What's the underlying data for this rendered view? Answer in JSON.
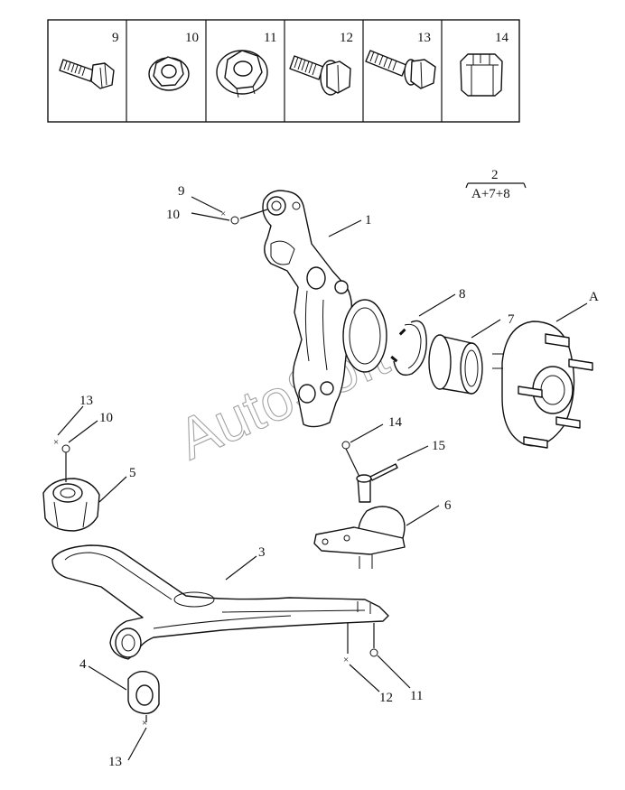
{
  "parts_box": {
    "cells": [
      {
        "number": "9"
      },
      {
        "number": "10"
      },
      {
        "number": "11"
      },
      {
        "number": "12"
      },
      {
        "number": "13"
      },
      {
        "number": "14"
      }
    ]
  },
  "callouts": {
    "c1": "1",
    "c2": "2",
    "c2_sub": "A+7+8",
    "c3": "3",
    "c4": "4",
    "c5": "5",
    "c6": "6",
    "c7": "7",
    "c8": "8",
    "c9": "9",
    "c10a": "10",
    "c10b": "10",
    "c11": "11",
    "c12": "12",
    "c13a": "13",
    "c13b": "13",
    "c14": "14",
    "c15": "15",
    "cA": "A"
  },
  "watermark": "AutoSoft"
}
